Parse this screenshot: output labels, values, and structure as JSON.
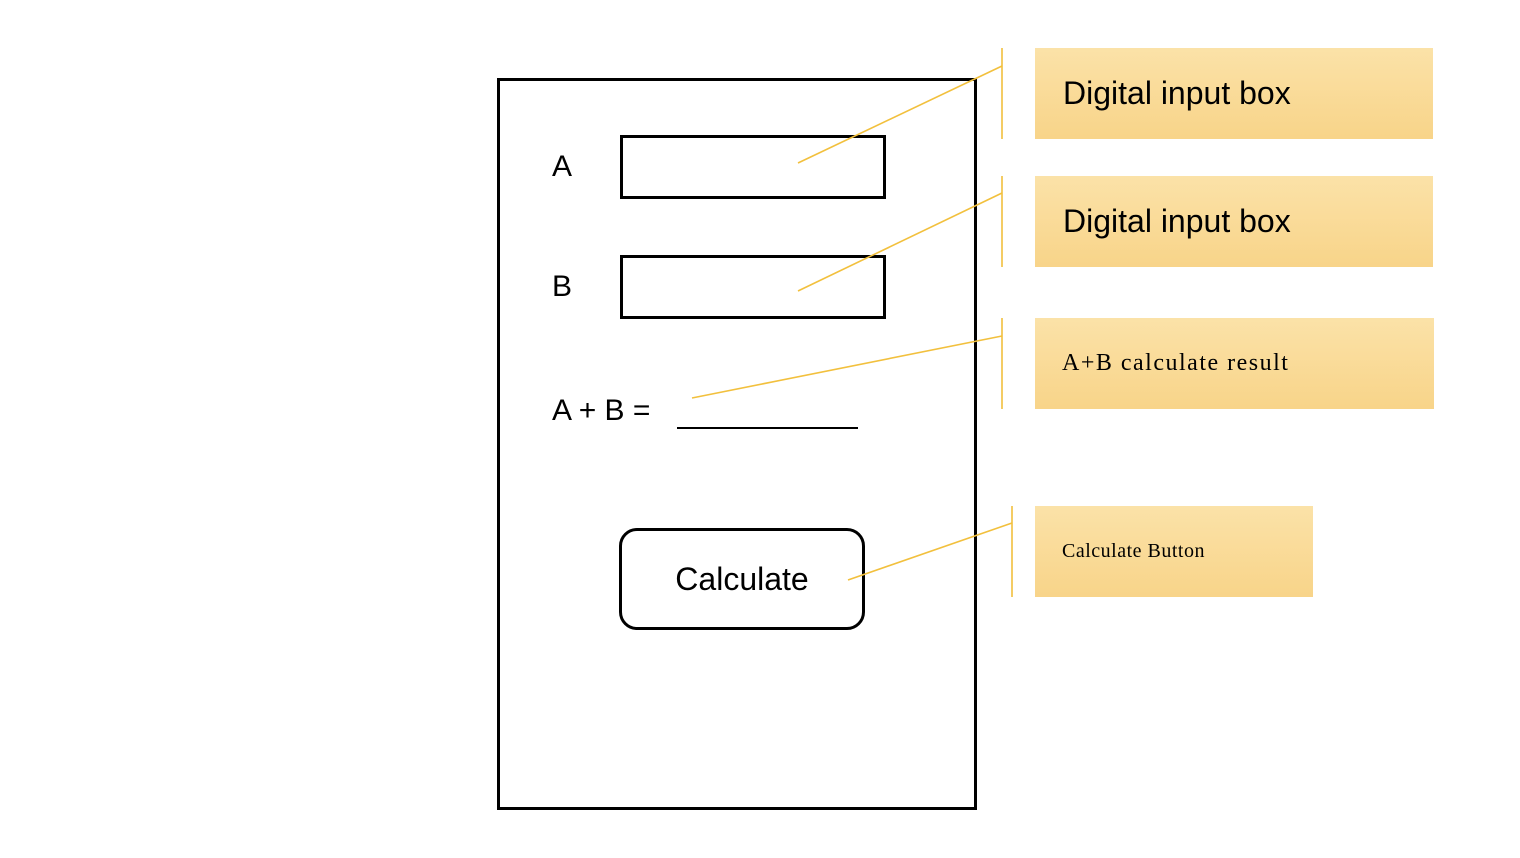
{
  "form": {
    "label_a": "A",
    "label_b": "B",
    "input_a_value": "",
    "input_b_value": "",
    "sum_label": "A + B =",
    "result_value": "",
    "calculate_label": "Calculate"
  },
  "annotations": {
    "input_a_note": "Digital input box",
    "input_b_note": "Digital input box",
    "result_note": "A+B calculate result",
    "button_note": "Calculate Button"
  },
  "colors": {
    "callout_fill_top": "#fbe2a8",
    "callout_fill_bottom": "#f8d489",
    "connector_line": "#f2c03d",
    "outline": "#000000"
  }
}
